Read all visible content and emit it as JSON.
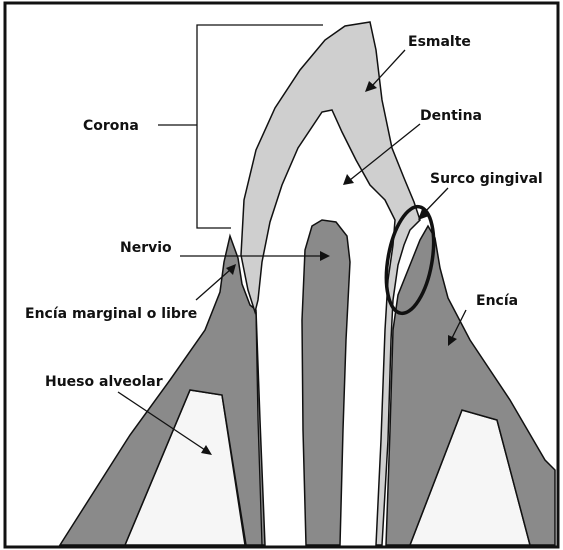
{
  "diagram": {
    "labels": {
      "esmalte": "Esmalte",
      "dentina": "Dentina",
      "corona": "Corona",
      "surco_gingival": "Surco gingival",
      "nervio": "Nervio",
      "encia": "Encía",
      "encia_marginal": "Encía marginal o libre",
      "hueso_alveolar": "Hueso alveolar"
    },
    "colors": {
      "enamel": "#cfcfcf",
      "gum_and_bone": "#8a8a8a",
      "bone_background": "#f6f6f6",
      "outline": "#111111",
      "frame": "#111111"
    }
  }
}
